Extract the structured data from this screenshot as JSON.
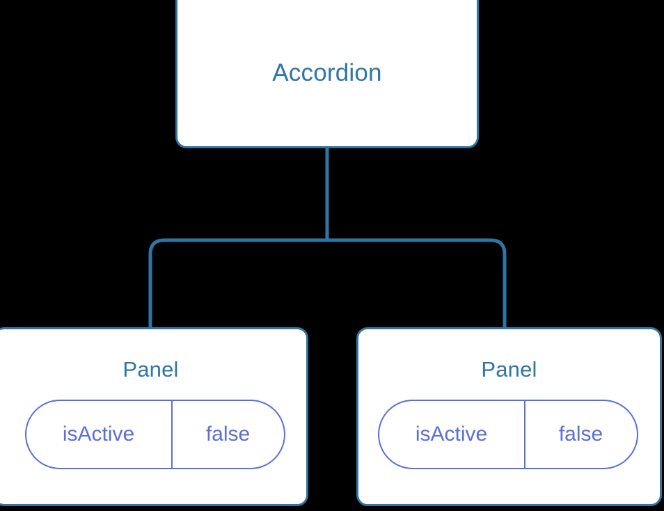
{
  "diagram": {
    "type": "component-tree",
    "background_color": "#000000",
    "node_fill_color": "#ffffff",
    "node_border_color": "#2e76a5",
    "node_title_color": "#2e76a5",
    "edge_color": "#2e76a5",
    "state_accent_color": "#5b6fd4",
    "root": {
      "title": "Accordion"
    },
    "children": [
      {
        "title": "Panel",
        "state": {
          "key": "isActive",
          "value": "false"
        }
      },
      {
        "title": "Panel",
        "state": {
          "key": "isActive",
          "value": "false"
        }
      }
    ]
  }
}
